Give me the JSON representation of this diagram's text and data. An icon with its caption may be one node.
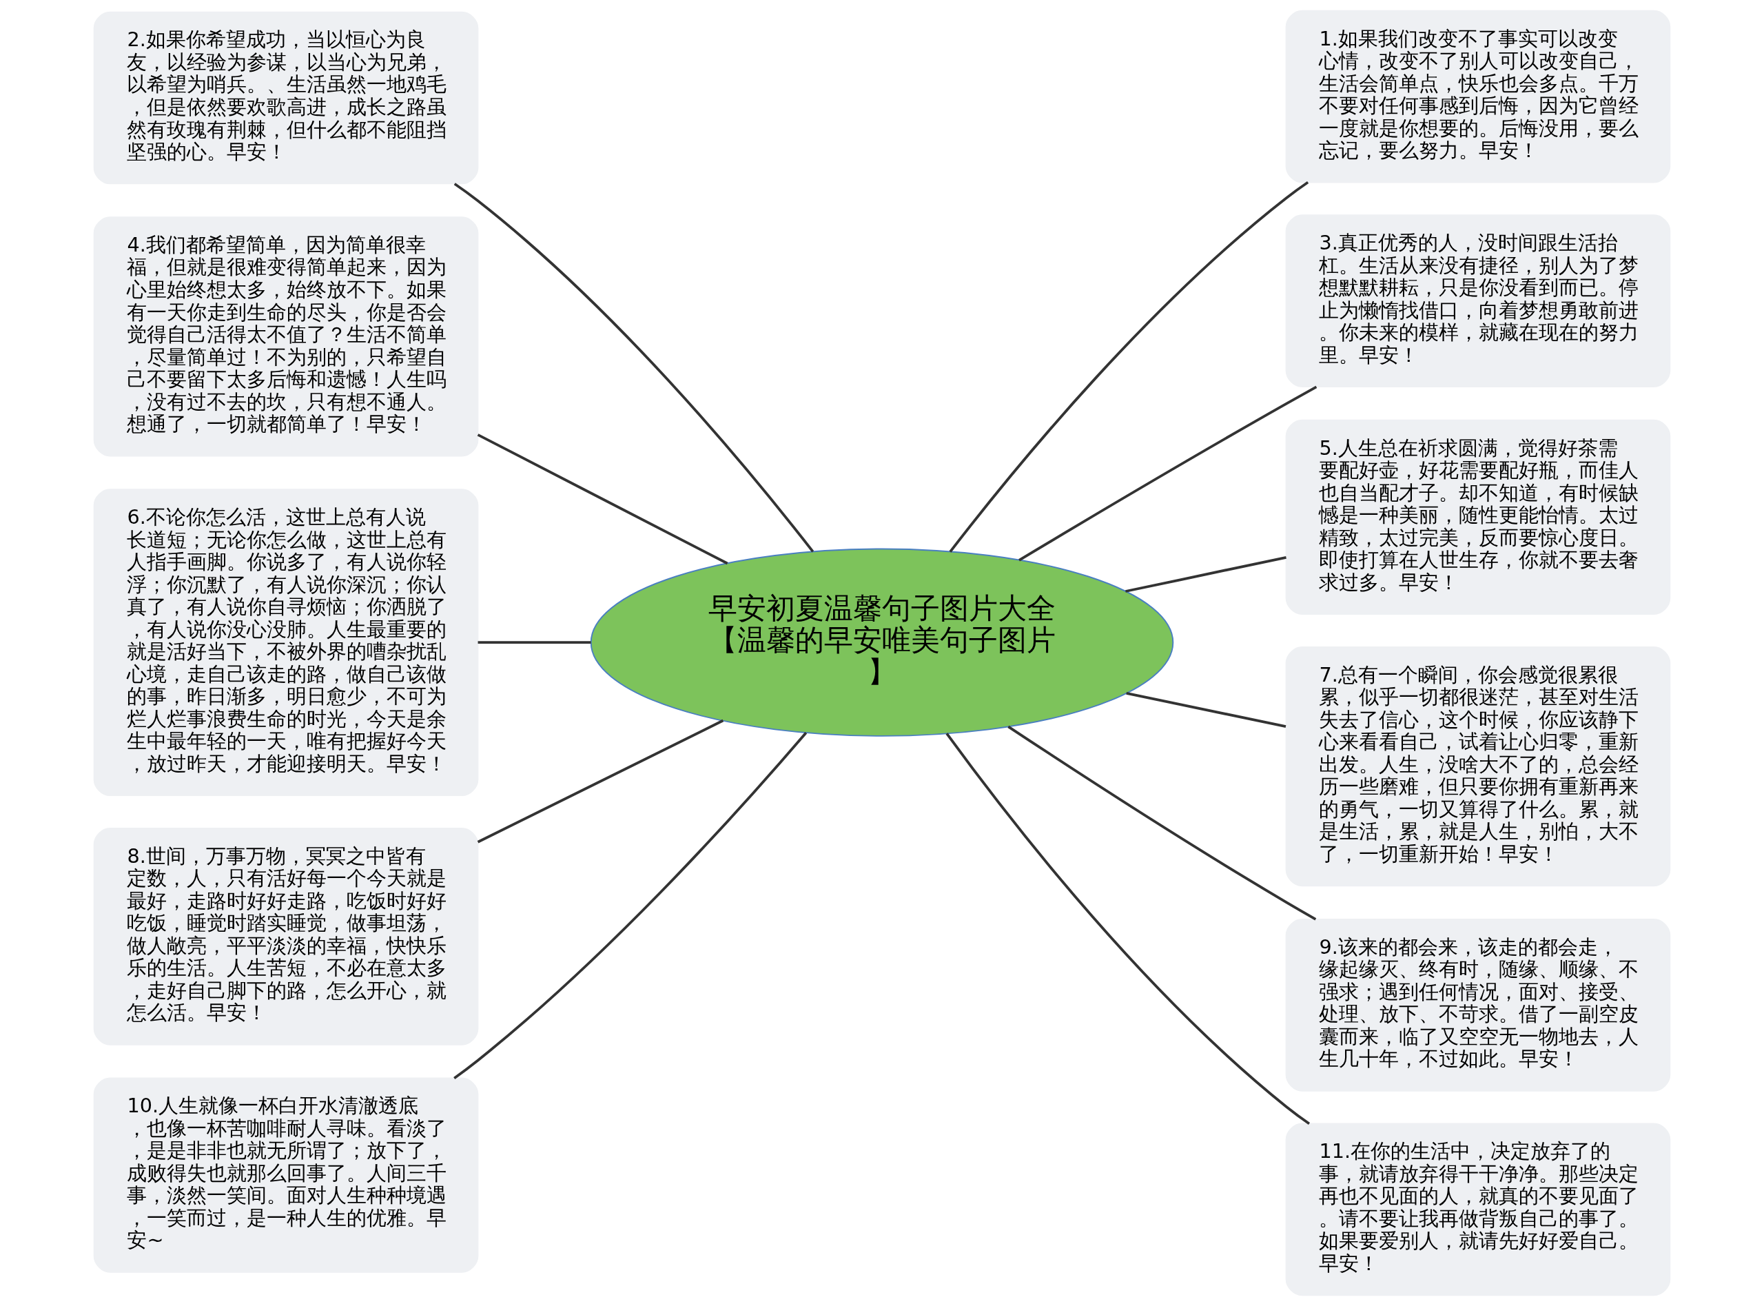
{
  "diagram": {
    "nodes": [
      {
        "text": [
          "早安初夏温馨句子图片大全【温馨的早安唯美句子图片】"
        ]
      },
      {
        "text": [
          "1.如果我们改变不了事实可以改变心情，改变不了别人可以改变自己，生活会简单点，快乐也会多点。千万不要对任何事感到后悔，因为它曾经一度就是你想要的。后悔没用，要么忘记，要么努力。早安！"
        ]
      },
      {
        "text": [
          "2.如果你希望成功，当以恒心为良友，以经验为参谋，以当心为兄弟，以希望为哨兵。、生活虽然一地鸡毛，但是依然要欢歌高进，成长之路虽然有玫瑰有荆棘，但什么都不能阻挡坚强的心。早安！"
        ]
      },
      {
        "text": [
          "3.真正优秀的人，没时间跟生活抬杠。生活从来没有捷径，别人为了梦想默默耕耘，只是你没看到而已。停止为懒惰找借口，向着梦想勇敢前进。你未来的模样，就藏在现在的努力里。早安！"
        ]
      },
      {
        "text": [
          "4.我们都希望简单，因为简单很幸福，但就是很难变得简单起来，因为心里始终想太多，始终放不下。如果有一天你走到生命的尽头，你是否会觉得自己活得太不值了？生活不简单，尽量简单过！不为别的，只希望自己不要留下太多后悔和遗憾！人生吗，没有过不去的坎，只有想不通人。想通了，一切就都简单了！早安！"
        ]
      },
      {
        "text": [
          "5.人生总在祈求圆满，觉得好茶需要配好壶，好花需要配好瓶，而佳人也自当配才子。却不知道，有时候缺憾是一种美丽，随性更能怡情。太过精致，太过完美，反而要惊心度日。即使打算在人世生存，你就不要去奢求过多。早安！"
        ]
      },
      {
        "text": [
          "6.不论你怎么活，这世上总有人说长道短；无论你怎么做，这世上总有人指手画脚。你说多了，有人说你轻浮；你沉默了，有人说你深沉；你认真了，有人说你自寻烦恼；你洒脱了，有人说你没心没肺。人生最重要的就是活好当下，不被外界的嘈杂扰乱心境，走自己该走的路，做自己该做的事，昨日渐多，明日愈少，不可为烂人烂事浪费生命的时光，今天是余生中最年轻的一天，唯有把握好今天，放过昨天，才能迎接明天。早安！"
        ]
      },
      {
        "text": [
          "7.总有一个瞬间，你会感觉很累很累，似乎一切都很迷茫，甚至对生活失去了信心，这个时候，你应该静下心来看看自己，试着让心归零，重新出发。人生，没啥大不了的，总会经历一些磨难，但只要你拥有重新再来的勇气，一切又算得了什么。累，就是生活，累，就是人生，别怕，大不了，一切重新开始！早安！"
        ]
      },
      {
        "text": [
          "8.世间，万事万物，冥冥之中皆有定数，人，只有活好每一个今天就是最好，走路时好好走路，吃饭时好好吃饭，睡觉时踏实睡觉，做事坦荡，做人敞亮，平平淡淡的幸福，快快乐乐的生活。人生苦短，不必在意太多，走好自己脚下的路，怎么开心，就怎么活。早安！"
        ]
      },
      {
        "text": [
          "9.该来的都会来，该走的都会走，缘起缘灭、终有时，随缘、顺缘、不强求；遇到任何情况，面对、接受、处理、放下、不苛求。借了一副空皮囊而来，临了又空空无一物地去，人生几十年，不过如此。早安！"
        ]
      },
      {
        "text": [
          "10.人生就像一杯白开水清澈透底，也像一杯苦咖啡耐人寻味。看淡了，是是非非也就无所谓了；放下了，成败得失也就那么回事了。人间三千事，淡然一笑间。面对人生种种境遇，一笑而过，是一种人生的优雅。早安~"
        ]
      },
      {
        "text": [
          "11.在你的生活中，决定放弃了的事，就请放弃得干干净净。那些决定再也不见面的人，就真的不要见面了。请不要让我再做背叛自己的事了。如果要爱别人，就请先好好爱自己。早安！"
        ]
      }
    ],
    "edges": [
      {
        "from": 0,
        "to": 1,
        "arrow": "none"
      },
      {
        "from": 0,
        "to": 2,
        "arrow": "none"
      },
      {
        "from": 0,
        "to": 3,
        "arrow": "none"
      },
      {
        "from": 0,
        "to": 4,
        "arrow": "none"
      },
      {
        "from": 0,
        "to": 5,
        "arrow": "none"
      },
      {
        "from": 0,
        "to": 6,
        "arrow": "none"
      },
      {
        "from": 0,
        "to": 7,
        "arrow": "none"
      },
      {
        "from": 0,
        "to": 8,
        "arrow": "none"
      },
      {
        "from": 0,
        "to": 9,
        "arrow": "none"
      },
      {
        "from": 0,
        "to": 10,
        "arrow": "none"
      },
      {
        "from": 0,
        "to": 11,
        "arrow": "none"
      }
    ]
  }
}
